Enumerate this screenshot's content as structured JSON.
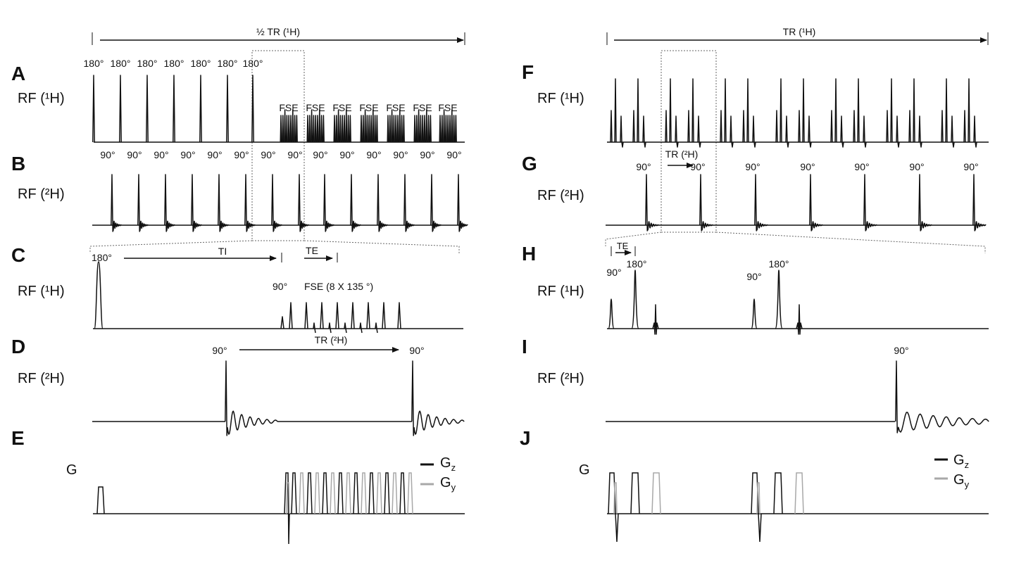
{
  "figure": {
    "panels": {
      "A": "A",
      "B": "B",
      "C": "C",
      "D": "D",
      "E": "E",
      "F": "F",
      "G": "G",
      "H": "H",
      "I": "I",
      "J": "J"
    },
    "row_labels": {
      "rf1h": "RF (¹H)",
      "rf2h": "RF (²H)",
      "grad": "G"
    },
    "left": {
      "span_label": "½ TR (¹H)",
      "a_flip_labels": [
        "180°",
        "180°",
        "180°",
        "180°",
        "180°",
        "180°",
        "180°"
      ],
      "a_fse_labels": [
        "FSE",
        "FSE",
        "FSE",
        "FSE",
        "FSE",
        "FSE",
        "FSE"
      ],
      "b_flip_labels": [
        "90°",
        "90°",
        "90°",
        "90°",
        "90°",
        "90°",
        "90°",
        "90°",
        "90°",
        "90°",
        "90°",
        "90°",
        "90°",
        "90°"
      ],
      "c_inv_label": "180°",
      "c_ti_label": "TI",
      "c_te_label": "TE",
      "c_exc_label": "90°",
      "c_fse_label": "FSE (8 X 135 °)",
      "d_flip_left": "90°",
      "d_flip_right": "90°",
      "d_tr_label": "TR (²H)"
    },
    "right": {
      "span_label": "TR (¹H)",
      "g_flip_labels": [
        "90°",
        "90°",
        "90°",
        "90°",
        "90°",
        "90°",
        "90°"
      ],
      "g_tr_label": "TR (²H)",
      "h_te_label": "TE",
      "h_labels": [
        "90°",
        "180°",
        "90°",
        "180°"
      ],
      "i_flip_label": "90°"
    },
    "legend": {
      "gz_main": "G",
      "gz_sub": "z",
      "gy_main": "G",
      "gy_sub": "y"
    },
    "colors": {
      "gz": "#111111",
      "gy": "#a8a8a8"
    }
  }
}
